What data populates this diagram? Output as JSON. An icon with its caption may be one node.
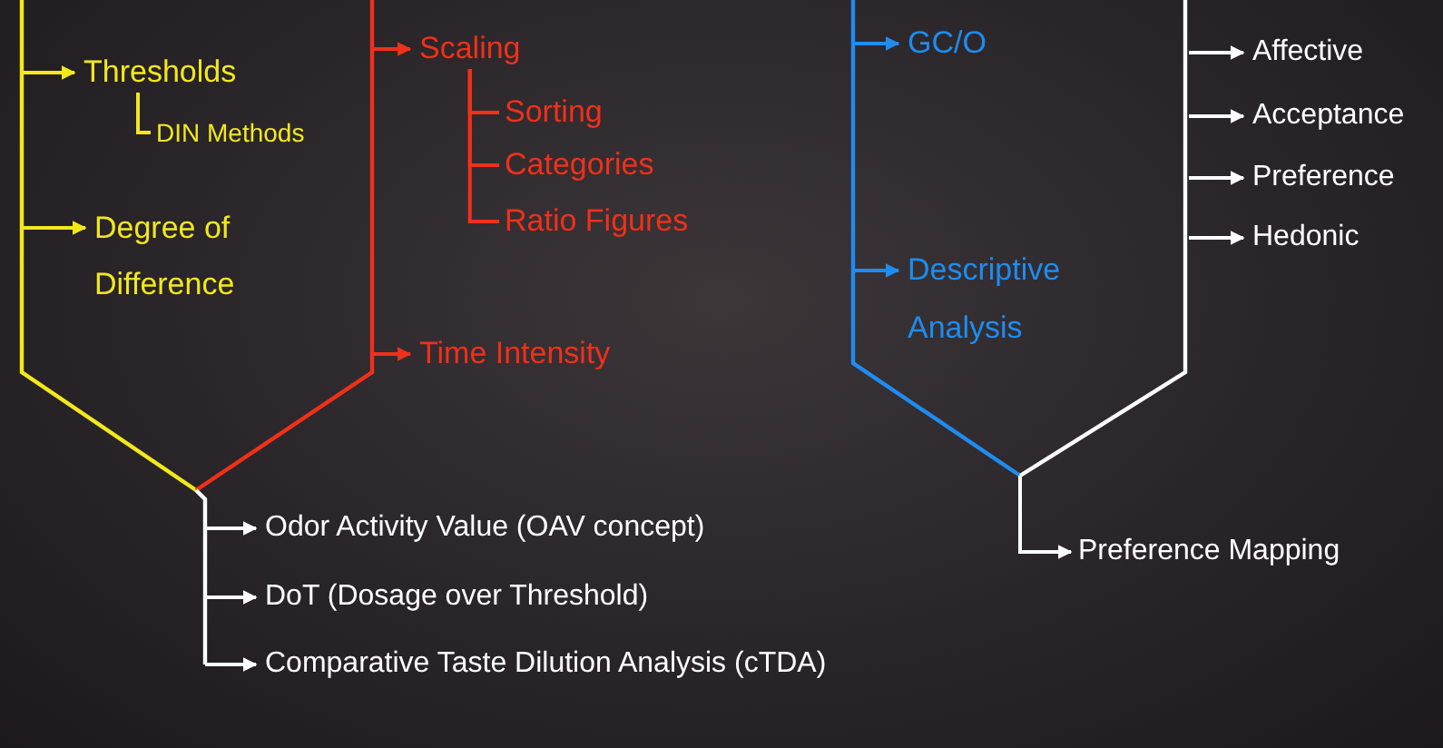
{
  "diagram": {
    "nodes": [
      {
        "text": [
          "Thresholds"
        ]
      },
      {
        "text": [
          "DIN Methods"
        ]
      },
      {
        "text": [
          "Degree of Difference"
        ]
      },
      {
        "text": [
          "Scaling"
        ]
      },
      {
        "text": [
          "Sorting"
        ]
      },
      {
        "text": [
          "Categories"
        ]
      },
      {
        "text": [
          "Ratio Figures"
        ]
      },
      {
        "text": [
          "Time Intensity"
        ]
      },
      {
        "text": [
          "Odor Activity Value (OAV concept)"
        ]
      },
      {
        "text": [
          "DoT (Dosage over Threshold)"
        ]
      },
      {
        "text": [
          "Comparative Taste Dilution Analysis (cTDA)"
        ]
      },
      {
        "text": [
          "GC/O"
        ]
      },
      {
        "text": [
          "Descriptive Analysis"
        ]
      },
      {
        "text": [
          "Affective"
        ]
      },
      {
        "text": [
          "Acceptance"
        ]
      },
      {
        "text": [
          "Preference"
        ]
      },
      {
        "text": [
          "Hedonic"
        ]
      },
      {
        "text": [
          "Preference Mapping"
        ]
      }
    ],
    "edges": [
      {
        "from": null,
        "to": 0,
        "arrow": "to",
        "color": "#f2e81c"
      },
      {
        "from": 0,
        "to": 1,
        "arrow": "none",
        "color": "#f2e81c"
      },
      {
        "from": null,
        "to": 2,
        "arrow": "to",
        "color": "#f2e81c"
      },
      {
        "from": null,
        "to": 3,
        "arrow": "to",
        "color": "#f0301a"
      },
      {
        "from": 3,
        "to": 4,
        "arrow": "none",
        "color": "#f0301a"
      },
      {
        "from": 3,
        "to": 5,
        "arrow": "none",
        "color": "#f0301a"
      },
      {
        "from": 3,
        "to": 6,
        "arrow": "none",
        "color": "#f0301a"
      },
      {
        "from": null,
        "to": 7,
        "arrow": "to",
        "color": "#f0301a"
      },
      {
        "from": null,
        "to": 8,
        "arrow": "to"
      },
      {
        "from": null,
        "to": 9,
        "arrow": "to"
      },
      {
        "from": null,
        "to": 10,
        "arrow": "to"
      },
      {
        "from": null,
        "to": 11,
        "arrow": "to",
        "color": "#1e8cf0"
      },
      {
        "from": null,
        "to": 12,
        "arrow": "to",
        "color": "#1e8cf0"
      },
      {
        "from": null,
        "to": 13,
        "arrow": "to"
      },
      {
        "from": null,
        "to": 14,
        "arrow": "to"
      },
      {
        "from": null,
        "to": 15,
        "arrow": "to"
      },
      {
        "from": null,
        "to": 16,
        "arrow": "to"
      },
      {
        "from": null,
        "to": 17,
        "arrow": "to"
      }
    ]
  }
}
